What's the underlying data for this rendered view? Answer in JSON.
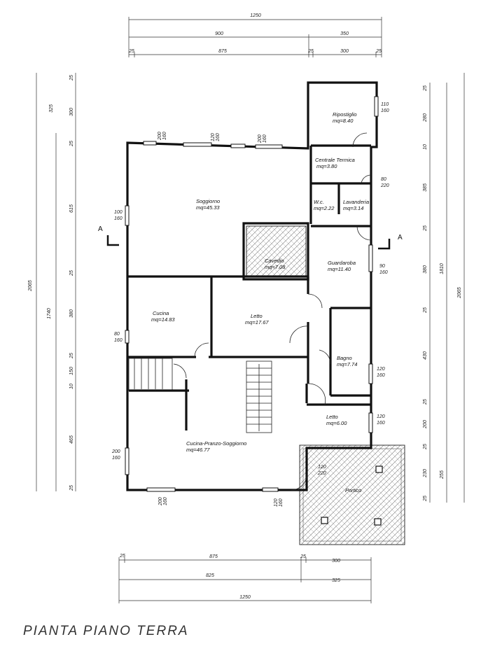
{
  "title": "PIANTA PIANO TERRA",
  "section_marker": "A",
  "top_dims": {
    "total": "1250",
    "row2": [
      "900",
      "350"
    ],
    "row3": [
      "25",
      "875",
      "25",
      "300",
      "25"
    ]
  },
  "bottom_dims": {
    "row1": [
      "25",
      "875",
      "25",
      "300"
    ],
    "row2": [
      "825",
      "325"
    ],
    "total": "1250"
  },
  "left_dims": {
    "total": "2065",
    "mid": "1740",
    "small": [
      "25",
      "325",
      "300",
      "25",
      "615",
      "25",
      "380",
      "25",
      "150",
      "10",
      "465",
      "25"
    ]
  },
  "right_dims": {
    "total": "2065",
    "mid": "1810",
    "small": [
      "25",
      "280",
      "10",
      "385",
      "25",
      "380",
      "25",
      "430",
      "25",
      "200",
      "25",
      "230",
      "25"
    ],
    "extra": "255"
  },
  "rooms": [
    {
      "name": "Ripostiglio",
      "area": "mq=8.40"
    },
    {
      "name": "Centrale Termica",
      "area": "mq=3.80"
    },
    {
      "name": "W.c.",
      "area": "mq=2.22"
    },
    {
      "name": "Lavanderia",
      "area": "mq=3.14"
    },
    {
      "name": "Soggiorno",
      "area": "mq=45.33"
    },
    {
      "name": "Cavedio",
      "area": "mq=7.08"
    },
    {
      "name": "Guardaroba",
      "area": "mq=11.40"
    },
    {
      "name": "Cucina",
      "area": "mq=14.83"
    },
    {
      "name": "Letto",
      "area": "mq=17.67"
    },
    {
      "name": "Bagno",
      "area": "mq=7.74"
    },
    {
      "name": "Letto",
      "area": "mq=6.00"
    },
    {
      "name": "Cucina-Pranzo-Soggiorno",
      "area": "mq=46.77"
    },
    {
      "name": "Portico",
      "area": ""
    }
  ],
  "openings": [
    [
      "200",
      "160"
    ],
    [
      "120",
      "160"
    ],
    [
      "200",
      "160"
    ],
    [
      "100",
      "160"
    ],
    [
      "110",
      "160"
    ],
    [
      "80",
      "220"
    ],
    [
      "90",
      "160"
    ],
    [
      "80",
      "160"
    ],
    [
      "120",
      "160"
    ],
    [
      "120",
      "160"
    ],
    [
      "200",
      "160"
    ],
    [
      "120",
      "220"
    ],
    [
      "200",
      "160"
    ],
    [
      "120",
      "160"
    ]
  ]
}
